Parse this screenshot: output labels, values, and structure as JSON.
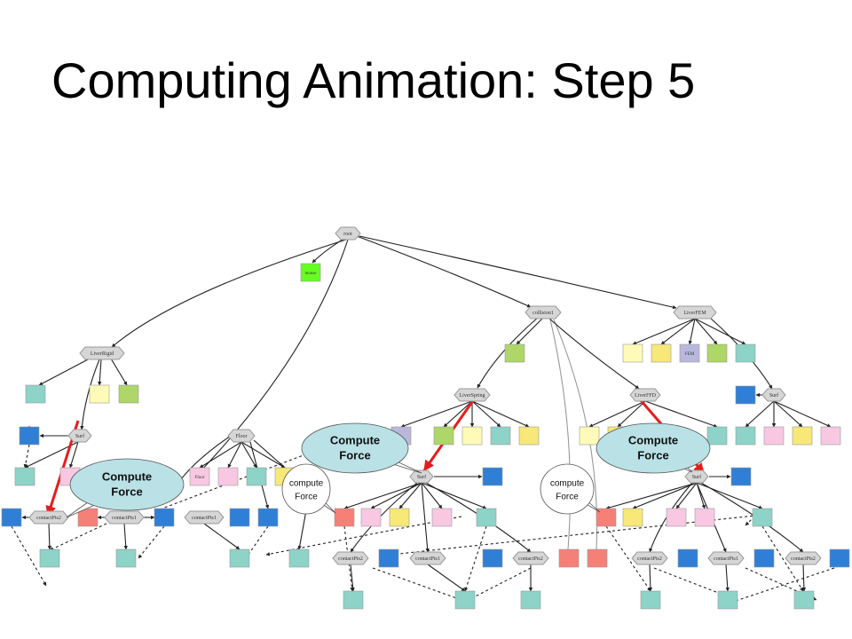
{
  "slide": {
    "title": "Computing Animation: Step 5"
  },
  "colors": {
    "teal": "#8dd3c7",
    "blue": "#2f7fd6",
    "salmon": "#f58078",
    "pink": "#f8c8e2",
    "yellow": "#f7e877",
    "lightyellow": "#fefbb8",
    "green": "#aed668",
    "lime": "#66ff22",
    "lavender": "#b9b8dc",
    "hex": "#d6d6d6",
    "arrow": "#e61c1c",
    "callout": "#b9e1e6"
  },
  "nodes": {
    "root": "root",
    "mouse": "mouse",
    "collision": "collision1",
    "liver_fem": "LiverFEM",
    "fem_box": "FEM",
    "liver_rigid": "LiverRigid",
    "surf": "Surf",
    "floor": "Floor",
    "floor_box": "Floor",
    "liver_spring": "LiverSpring",
    "liver_ffd": "LiverFFD",
    "contact_pts1": "contactPts1",
    "contact_pts2": "contactPts2"
  },
  "callouts": {
    "compute_force": [
      "Compute",
      "Force"
    ],
    "compute_force_small": [
      "compute",
      "Force"
    ]
  }
}
